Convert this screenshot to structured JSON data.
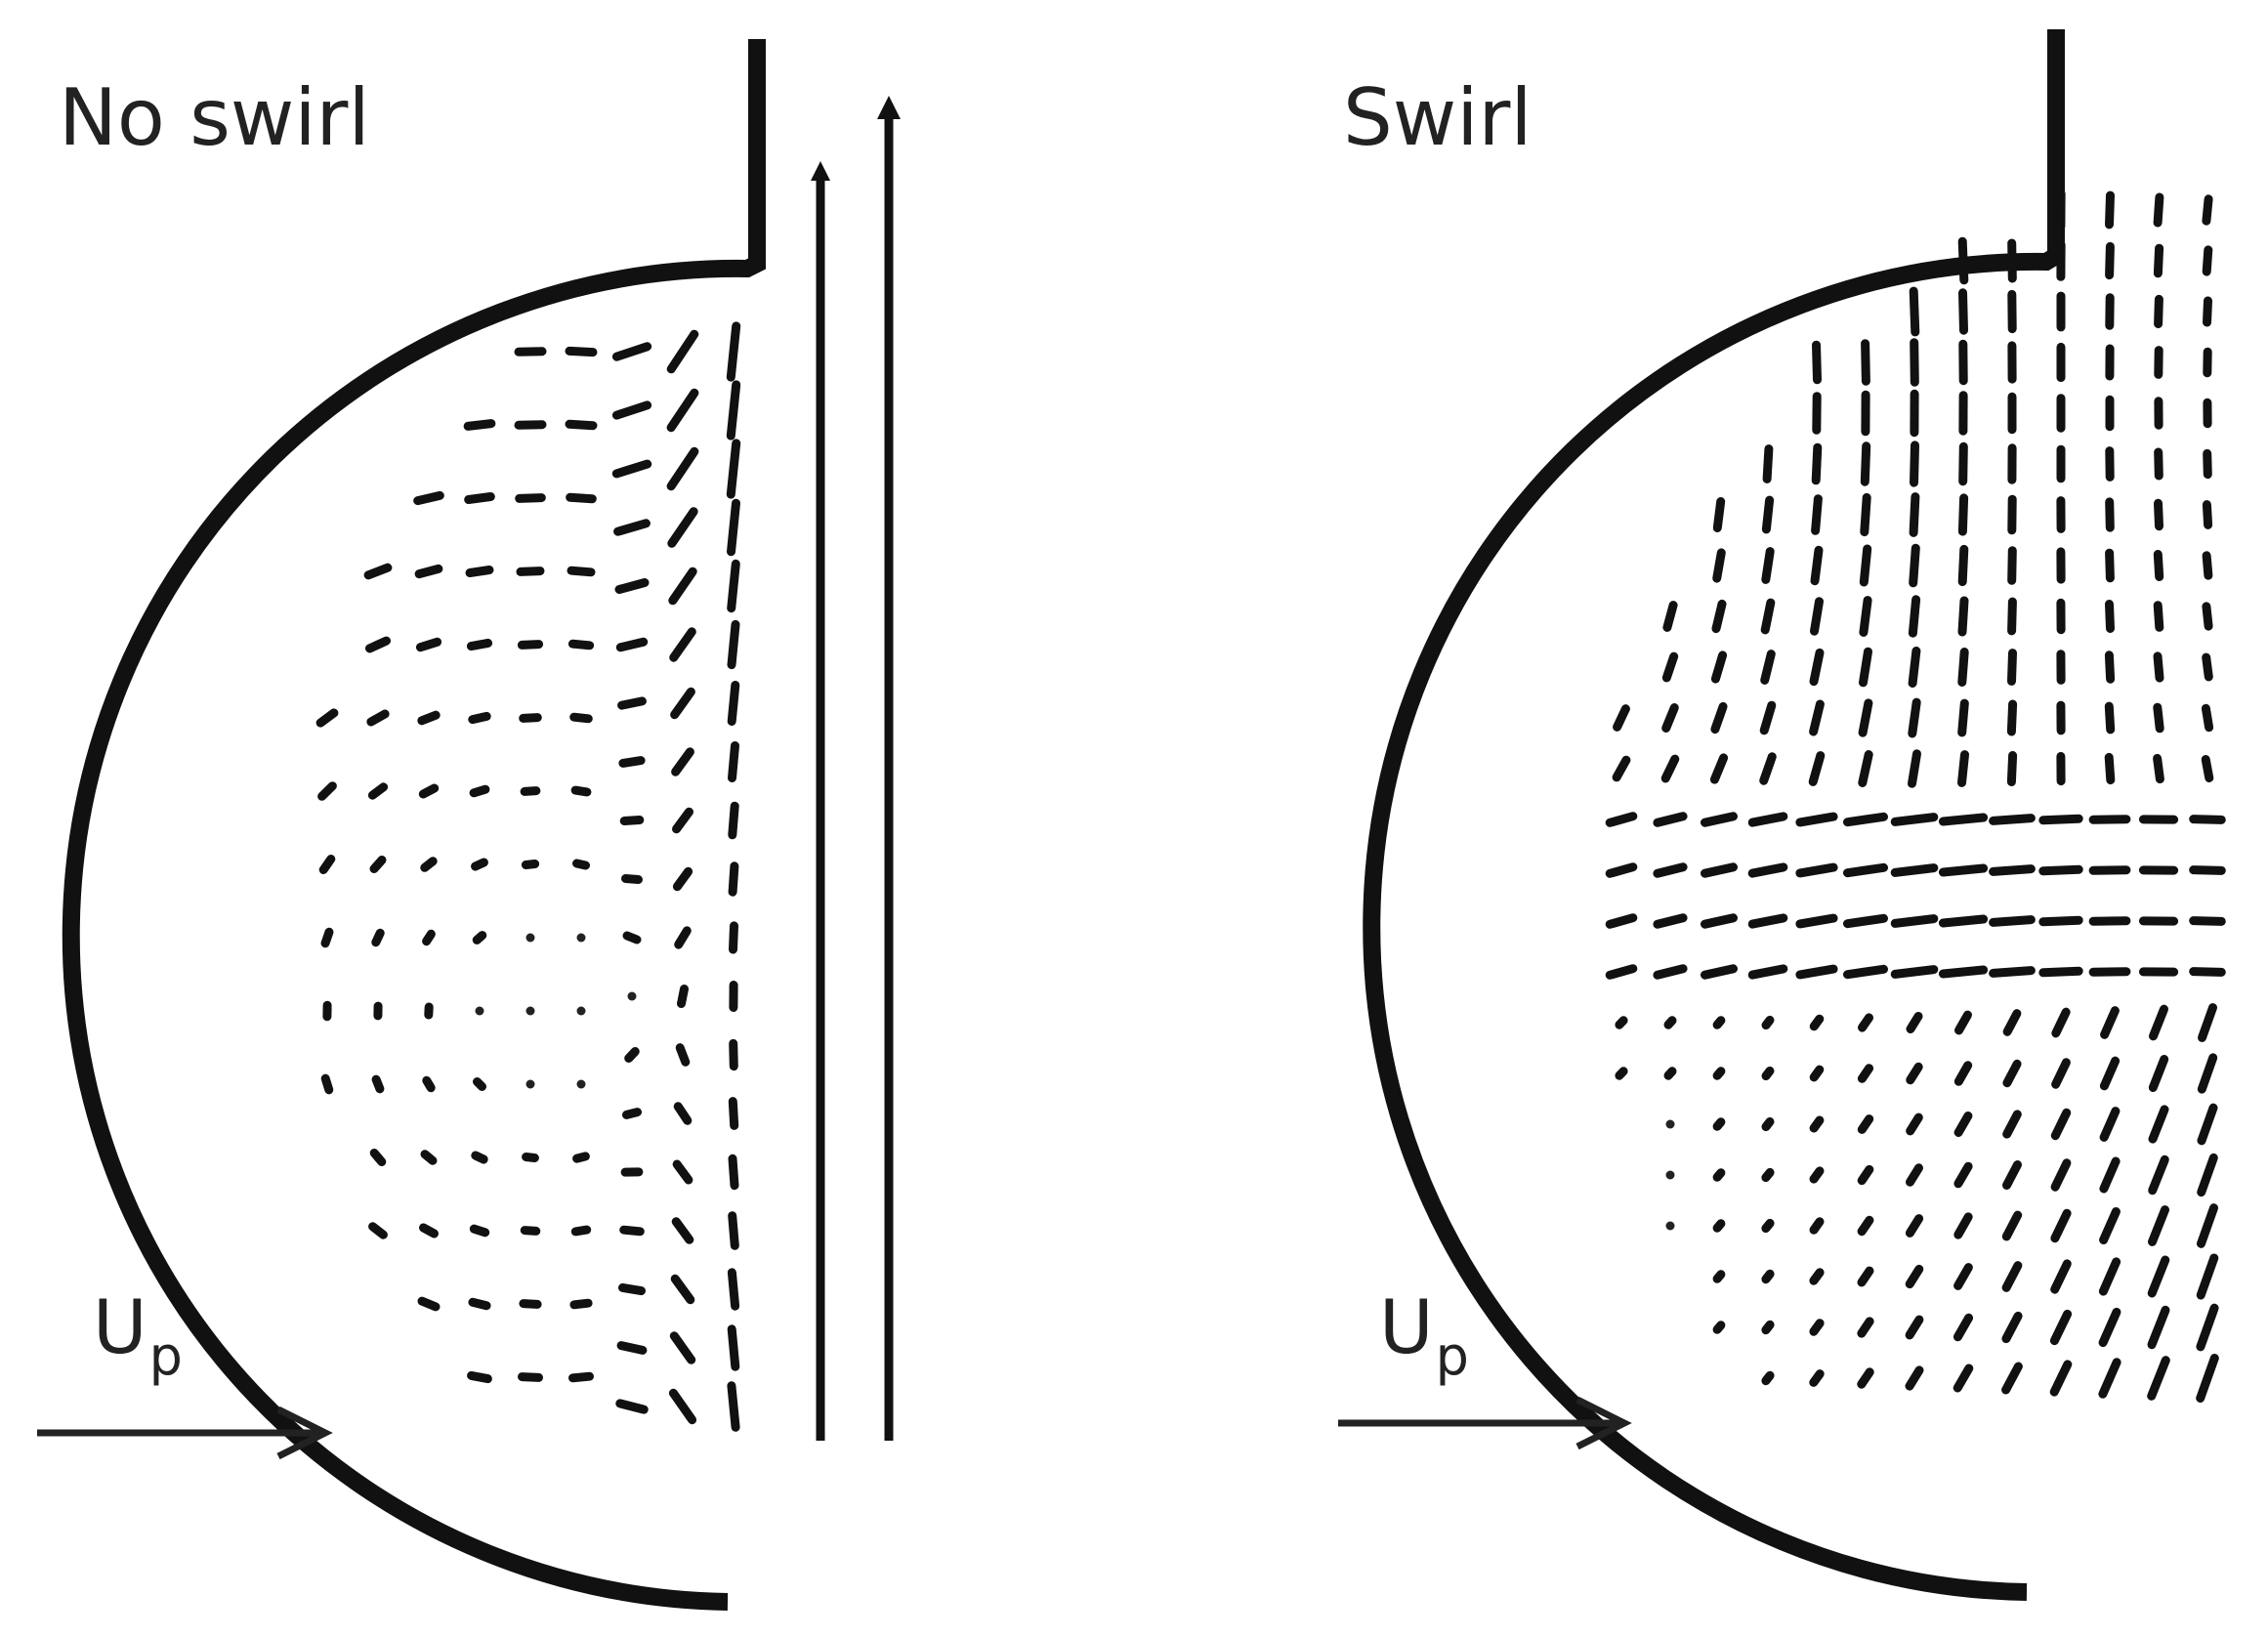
{
  "panels": [
    {
      "id": "no-swirl",
      "title": "No swirl",
      "inlet_symbol": "U",
      "inlet_subscript": "p"
    },
    {
      "id": "swirl",
      "title": "Swirl",
      "inlet_symbol": "U",
      "inlet_subscript": "p"
    }
  ],
  "colors": {
    "wall": "#111111",
    "vectors": "#111111",
    "text": "#222222",
    "background": "#ffffff"
  }
}
